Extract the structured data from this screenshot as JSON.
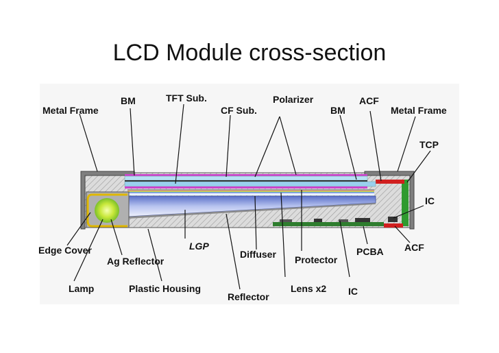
{
  "title": "LCD Module cross-section",
  "labels": {
    "metal_frame_left": "Metal Frame",
    "bm_left": "BM",
    "tft_sub": "TFT Sub.",
    "cf_sub": "CF Sub.",
    "polarizer": "Polarizer",
    "bm_right": "BM",
    "acf_top": "ACF",
    "metal_frame_right": "Metal Frame",
    "tcp": "TCP",
    "ic_right": "IC",
    "edge_cover": "Edge Cover",
    "ag_reflector": "Ag Reflector",
    "lgp": "LGP",
    "diffuser": "Diffuser",
    "protector": "Protector",
    "pcba": "PCBA",
    "acf_bottom": "ACF",
    "lamp": "Lamp",
    "plastic_housing": "Plastic Housing",
    "reflector": "Reflector",
    "lens_x2": "Lens x2",
    "ic_bottom": "IC"
  },
  "colors": {
    "metal_frame": "#7f7f7f",
    "tcp": "#2f9a2f",
    "tft": "#9ad0ee",
    "cf": "#b7e0f4",
    "polarizer": "#cc44cc",
    "acf": "#d11f1f",
    "pcba": "#2e7d2e",
    "lamp_glow": "#d8ef38",
    "housing": "#d9d9d9"
  }
}
